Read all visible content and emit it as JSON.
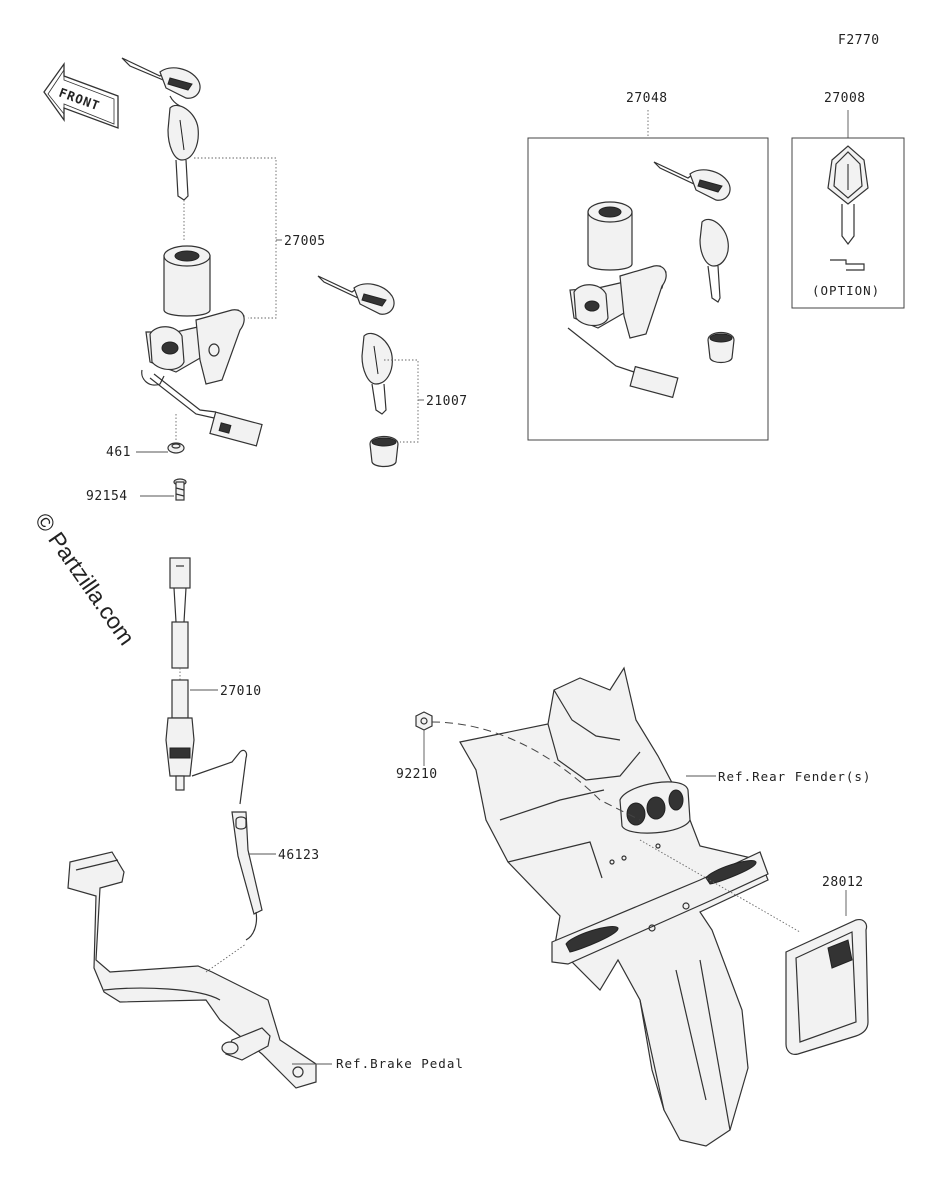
{
  "diagram_code": "F2770",
  "front_label": "FRONT",
  "watermark": "© Partzilla.com",
  "part_numbers": {
    "p27005": "27005",
    "p21007": "21007",
    "p461": "461",
    "p92154": "92154",
    "p27048": "27048",
    "p27008": "27008",
    "p27010": "27010",
    "p46123": "46123",
    "p92210": "92210",
    "p28012": "28012"
  },
  "option_label": "(OPTION)",
  "references": {
    "rear_fender": "Ref.Rear Fender(s)",
    "brake_pedal": "Ref.Brake Pedal"
  }
}
